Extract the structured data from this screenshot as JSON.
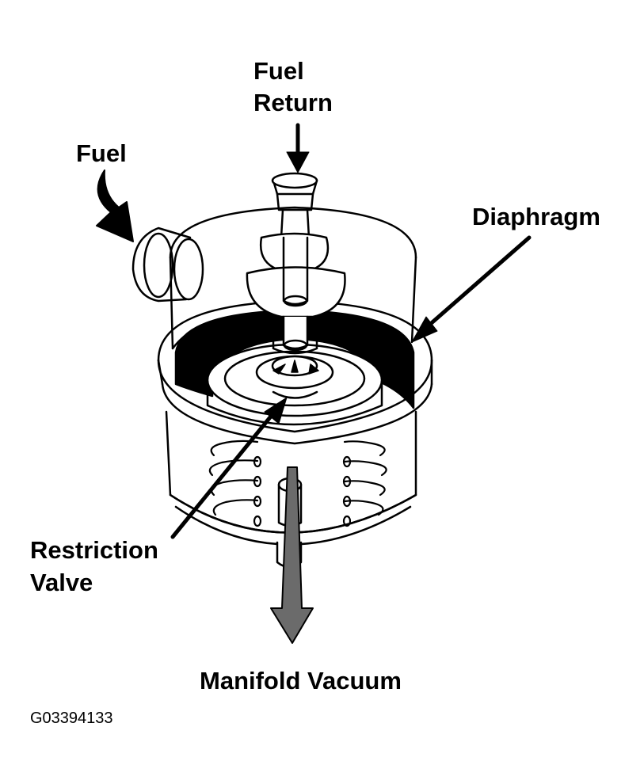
{
  "labels": {
    "fuel_return_line1": "Fuel",
    "fuel_return_line2": "Return",
    "fuel": "Fuel",
    "diaphragm": "Diaphragm",
    "restriction_valve_line1": "Restriction",
    "restriction_valve_line2": "Valve",
    "manifold_vacuum": "Manifold Vacuum"
  },
  "figure_id": "G03394133",
  "colors": {
    "ink": "#000000",
    "vacuum_arrow": "#6b6b6b",
    "background": "#ffffff"
  }
}
